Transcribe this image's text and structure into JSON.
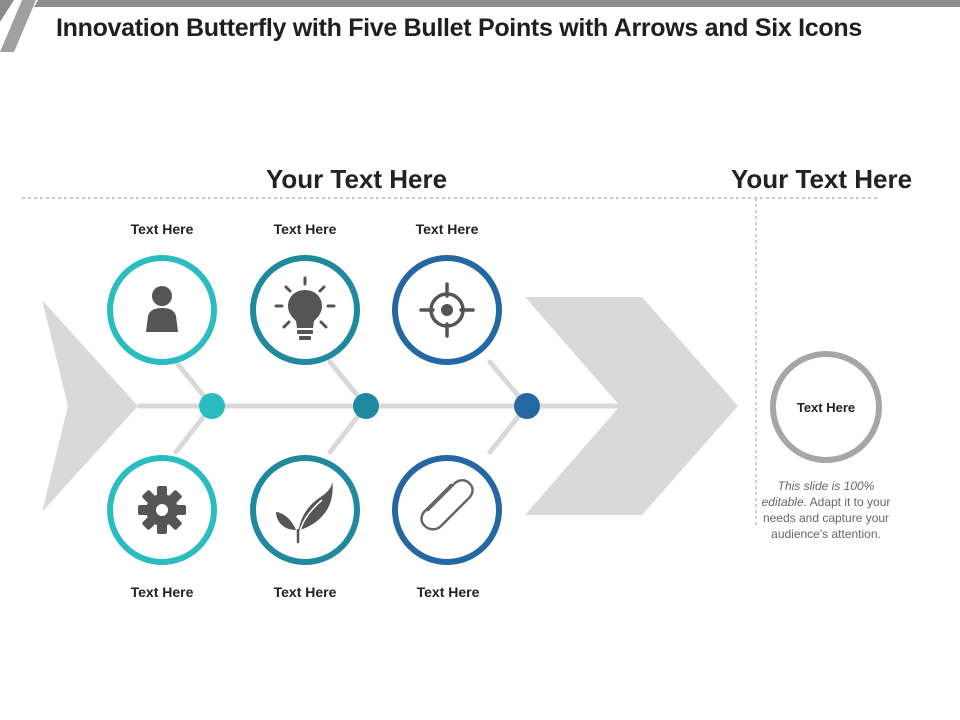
{
  "title": "Innovation Butterfly with Five Bullet Points with Arrows and Six Icons",
  "headings": {
    "left": "Your Text Here",
    "right": "Your Text Here"
  },
  "items": [
    {
      "label": "Text Here",
      "icon": "person-icon",
      "position": "top",
      "color": "#2bbcc0"
    },
    {
      "label": "Text Here",
      "icon": "lightbulb-icon",
      "position": "top",
      "color": "#1f8a9e"
    },
    {
      "label": "Text Here",
      "icon": "target-icon",
      "position": "top",
      "color": "#2468a3"
    },
    {
      "label": "Text Here",
      "icon": "gear-icon",
      "position": "bottom",
      "color": "#2bbcc0"
    },
    {
      "label": "Text Here",
      "icon": "leaf-icon",
      "position": "bottom",
      "color": "#1f8a9e"
    },
    {
      "label": "Text Here",
      "icon": "paperclip-icon",
      "position": "bottom",
      "color": "#2468a3"
    }
  ],
  "side_circle": {
    "label": "Text Here",
    "color": "#a6a6a6"
  },
  "side_text": {
    "italic": "This slide is 100% editable.",
    "normal": "Adapt it to your needs and capture your audience's attention."
  },
  "colors": {
    "teal": "#2bbcc0",
    "dark_teal": "#1f8a9e",
    "blue": "#2468a3",
    "gray_arrow": "#d9d9d9",
    "icon_gray": "#555555"
  }
}
